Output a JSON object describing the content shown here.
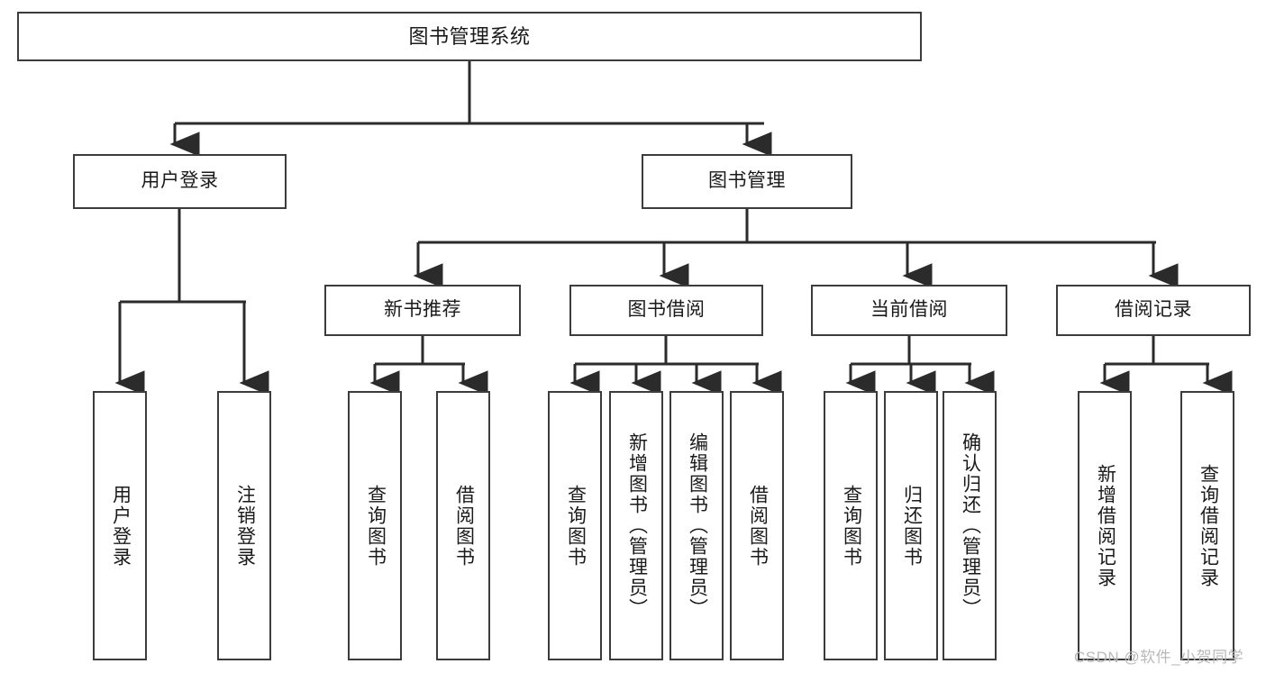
{
  "diagram": {
    "title": "图书管理系统",
    "type": "tree-hierarchy-diagram",
    "colors": {
      "box_border": "#3c3c3c",
      "box_fill": "#ffffff",
      "connector": "#2b2b2b",
      "text": "#1a1a1a",
      "watermark": "#b9b9b9"
    },
    "root": {
      "label": "图书管理系统"
    },
    "level2": [
      {
        "label": "用户登录"
      },
      {
        "label": "图书管理"
      }
    ],
    "level3": [
      {
        "label": "新书推荐"
      },
      {
        "label": "图书借阅"
      },
      {
        "label": "当前借阅"
      },
      {
        "label": "借阅记录"
      }
    ],
    "leaves": {
      "user_login": [
        {
          "label": "用户登录"
        },
        {
          "label": "注销登录"
        }
      ],
      "new_book_recommend": [
        {
          "label": "查询图书"
        },
        {
          "label": "借阅图书"
        }
      ],
      "book_borrow": [
        {
          "label": "查询图书"
        },
        {
          "label": "新增图书（管理员）"
        },
        {
          "label": "编辑图书（管理员）"
        },
        {
          "label": "借阅图书"
        }
      ],
      "current_borrow": [
        {
          "label": "查询图书"
        },
        {
          "label": "归还图书"
        },
        {
          "label": "确认归还（管理员）"
        }
      ],
      "borrow_record": [
        {
          "label": "新增借阅记录"
        },
        {
          "label": "查询借阅记录"
        }
      ]
    }
  },
  "watermark": {
    "text": "CSDN @软件_小贺同学"
  }
}
